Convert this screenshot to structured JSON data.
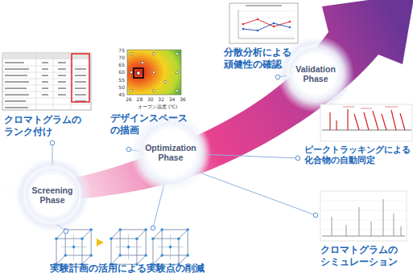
{
  "diagram": {
    "nodes": [
      {
        "text": [
          "Screening Phase"
        ]
      },
      {
        "text": [
          "Optimization Phase"
        ]
      },
      {
        "text": [
          "Validation Phase"
        ]
      }
    ],
    "labels": [
      "クロマトグラムの ランク付け",
      "デザインスペース の描画",
      "分散分析による 頑健性の確認",
      "ピークトラッキングによる 化合物の自動同定",
      "クロマトグラムの シミュレーション",
      "実験計画の活用による実験点の削減",
      "75",
      "70",
      "65",
      "60",
      "55",
      "50",
      "45",
      "26",
      "28",
      "30",
      "32",
      "34",
      "36",
      "オーブン温度 (℃)"
    ]
  }
}
